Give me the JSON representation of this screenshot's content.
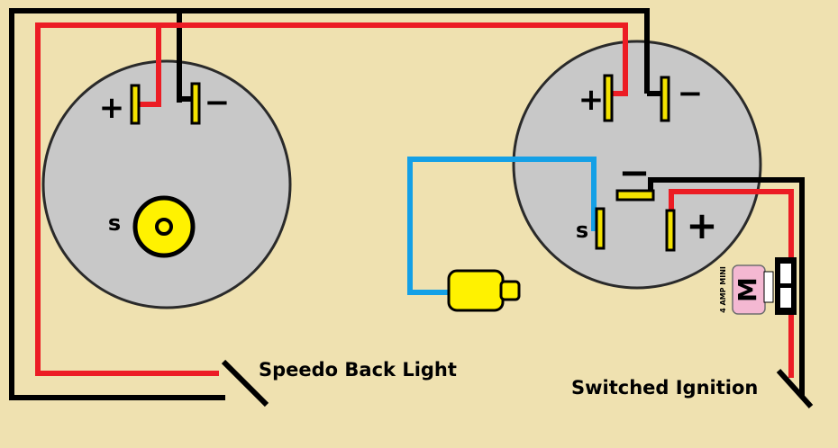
{
  "labels": {
    "left_plus": "+",
    "left_minus": "−",
    "left_s": "s",
    "right_plus": "+",
    "right_minus": "−",
    "right_s": "s",
    "right_minus_lower": "−",
    "right_plus_lower": "+",
    "fuse": "4 AMP MINI",
    "speedo": "Speedo Back Light",
    "ignition": "Switched Ignition"
  },
  "colors": {
    "background": "#efe1b0",
    "gauge": "#c8c8c8",
    "terminal": "#f3e200",
    "wire_red": "#ec1c24",
    "wire_black": "#000000",
    "wire_blue": "#14a0e6",
    "bulb": "#fff200",
    "fuse": "#f4b8d2"
  }
}
